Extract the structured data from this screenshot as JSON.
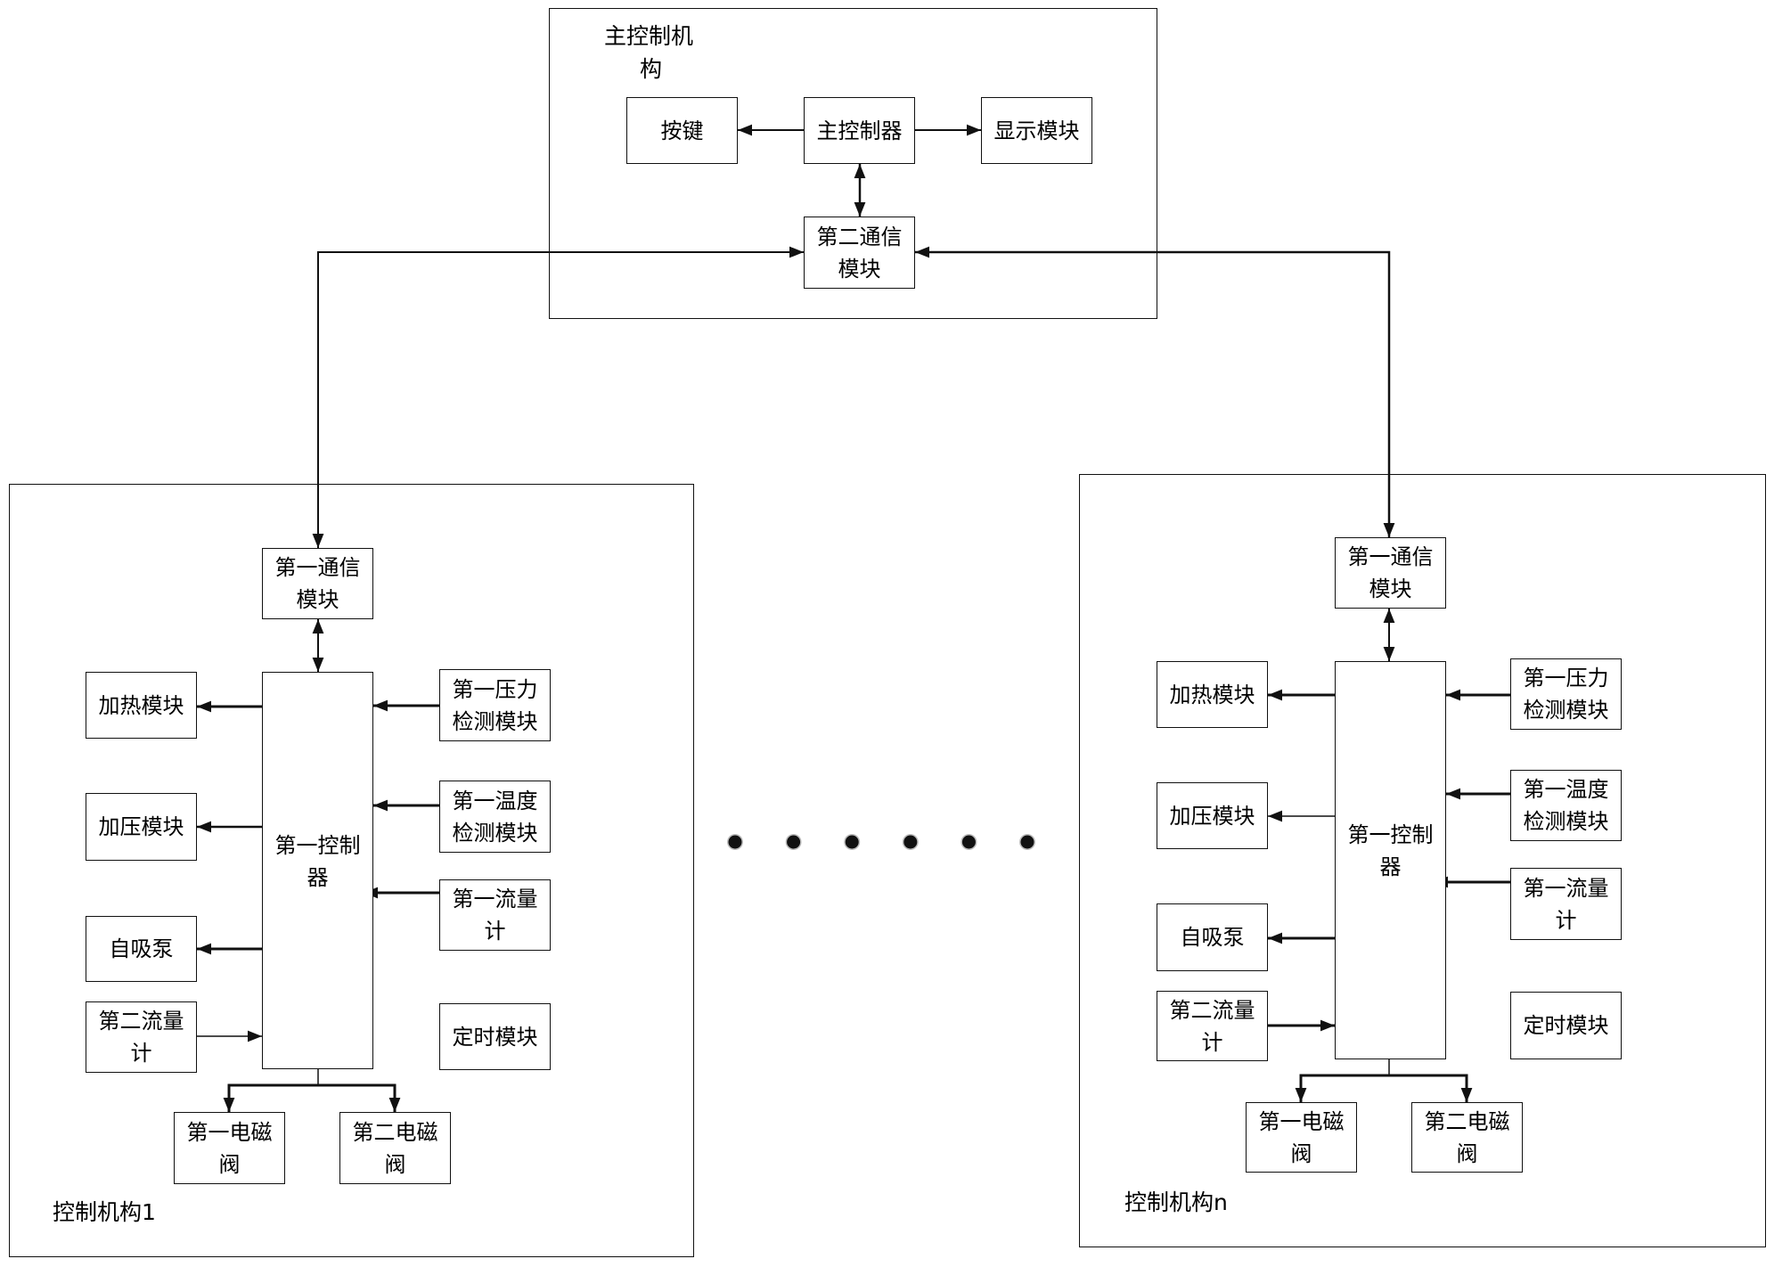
{
  "diagram": {
    "main_unit": {
      "title": "主控制机构",
      "title_line1": "主控制机",
      "title_line2": "构",
      "keys": "按键",
      "main_controller": "主控制器",
      "display_module": "显示模块",
      "second_comm_module": "第二通信模块"
    },
    "control_units": [
      {
        "title": "控制机构1",
        "first_comm_module": "第一通信模块",
        "first_controller": "第一控制器",
        "heating_module": "加热模块",
        "pressurizing_module": "加压模块",
        "self_priming_pump": "自吸泵",
        "second_flowmeter": "第二流量计",
        "first_pressure_detection": "第一压力检测模块",
        "first_temperature_detection": "第一温度检测模块",
        "first_flowmeter": "第一流量计",
        "timer_module": "定时模块",
        "first_solenoid_valve": "第一电磁阀",
        "second_solenoid_valve": "第二电磁阀"
      },
      {
        "title": "控制机构n",
        "first_comm_module": "第一通信模块",
        "first_controller": "第一控制器",
        "heating_module": "加热模块",
        "pressurizing_module": "加压模块",
        "self_priming_pump": "自吸泵",
        "second_flowmeter": "第二流量计",
        "first_pressure_detection": "第一压力检测模块",
        "first_temperature_detection": "第一温度检测模块",
        "first_flowmeter": "第一流量计",
        "timer_module": "定时模块",
        "first_solenoid_valve": "第一电磁阀",
        "second_solenoid_valve": "第二电磁阀"
      }
    ],
    "ellipsis_dot_count": 6,
    "colors": {
      "line": "#111111",
      "background": "#ffffff",
      "dot_halo": "#bdbdbd"
    }
  }
}
